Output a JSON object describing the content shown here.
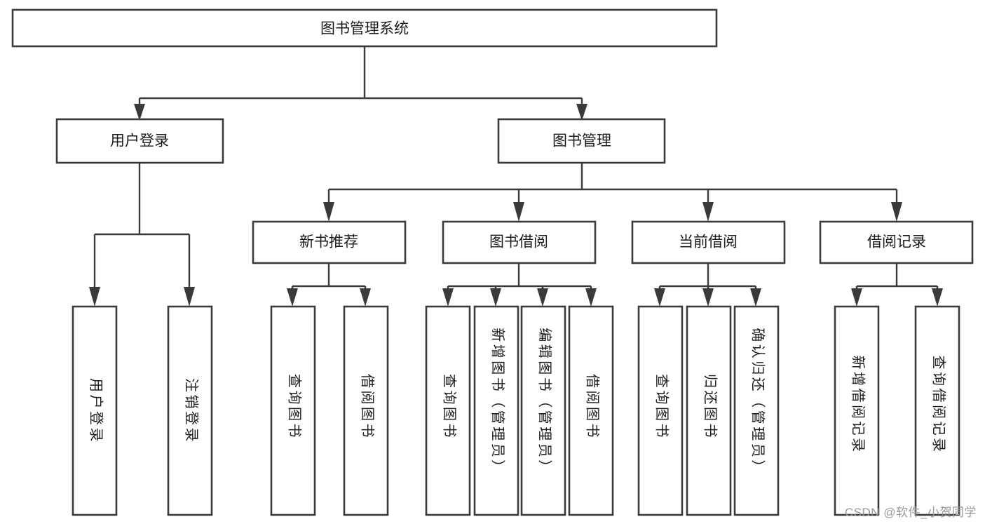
{
  "diagram": {
    "type": "hierarchy-tree",
    "title": "图书管理系统",
    "watermark": "CSDN @软件_小贺同学",
    "colors": {
      "box_stroke": "#3a3a3a",
      "box_fill": "#ffffff",
      "text": "#1b1b1b",
      "connector": "#3a3a3a",
      "watermark": "#9a9a9a",
      "background": "#ffffff"
    },
    "root": {
      "id": "root",
      "label": "图书管理系统"
    },
    "level2": [
      {
        "id": "user-login",
        "label": "用户登录"
      },
      {
        "id": "book-manage",
        "label": "图书管理"
      }
    ],
    "level3": [
      {
        "id": "new-book-rec",
        "label": "新书推荐",
        "parent": "book-manage"
      },
      {
        "id": "book-borrow",
        "label": "图书借阅",
        "parent": "book-manage"
      },
      {
        "id": "current-borrow",
        "label": "当前借阅",
        "parent": "book-manage"
      },
      {
        "id": "borrow-record",
        "label": "借阅记录",
        "parent": "book-manage"
      }
    ],
    "leaves": [
      {
        "id": "leaf-user-login",
        "label": "用户登录",
        "parent": "user-login"
      },
      {
        "id": "leaf-logout-login",
        "label": "注销登录",
        "parent": "user-login"
      },
      {
        "id": "leaf-query-book-1",
        "label": "查询图书",
        "parent": "new-book-rec"
      },
      {
        "id": "leaf-borrow-book-1",
        "label": "借阅图书",
        "parent": "new-book-rec"
      },
      {
        "id": "leaf-query-book-2",
        "label": "查询图书",
        "parent": "book-borrow"
      },
      {
        "id": "leaf-add-book",
        "label": "新增图书（管理员）",
        "parent": "book-borrow"
      },
      {
        "id": "leaf-edit-book",
        "label": "编辑图书（管理员）",
        "parent": "book-borrow"
      },
      {
        "id": "leaf-borrow-book-2",
        "label": "借阅图书",
        "parent": "book-borrow"
      },
      {
        "id": "leaf-query-book-3",
        "label": "查询图书",
        "parent": "current-borrow"
      },
      {
        "id": "leaf-return-book",
        "label": "归还图书",
        "parent": "current-borrow"
      },
      {
        "id": "leaf-confirm-return",
        "label": "确认归还（管理员）",
        "parent": "current-borrow"
      },
      {
        "id": "leaf-add-record",
        "label": "新增借阅记录",
        "parent": "borrow-record"
      },
      {
        "id": "leaf-query-record",
        "label": "查询借阅记录",
        "parent": "borrow-record"
      }
    ]
  }
}
